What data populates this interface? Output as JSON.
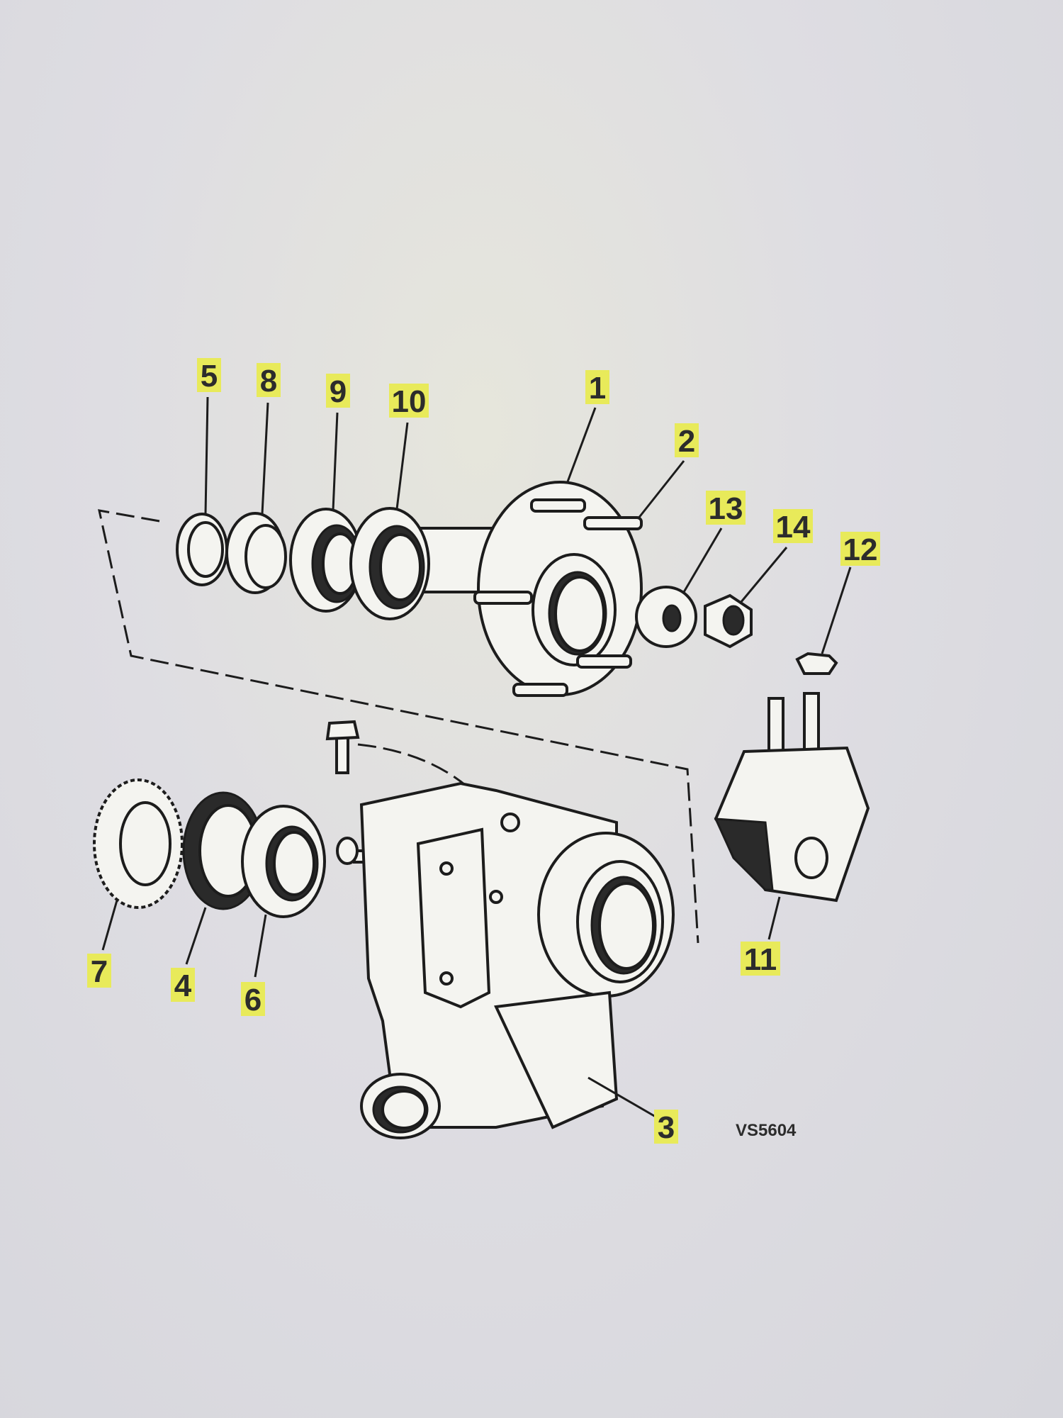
{
  "diagram": {
    "reference_code": "VS5604",
    "highlight_color": "#e8ea5a",
    "callouts": [
      {
        "id": "5",
        "text": "5"
      },
      {
        "id": "8",
        "text": "8"
      },
      {
        "id": "9",
        "text": "9"
      },
      {
        "id": "10",
        "text": "10"
      },
      {
        "id": "1",
        "text": "1"
      },
      {
        "id": "2",
        "text": "2"
      },
      {
        "id": "13",
        "text": "13"
      },
      {
        "id": "14",
        "text": "14"
      },
      {
        "id": "12",
        "text": "12"
      },
      {
        "id": "7",
        "text": "7"
      },
      {
        "id": "4",
        "text": "4"
      },
      {
        "id": "6",
        "text": "6"
      },
      {
        "id": "11",
        "text": "11"
      },
      {
        "id": "3",
        "text": "3"
      }
    ]
  }
}
